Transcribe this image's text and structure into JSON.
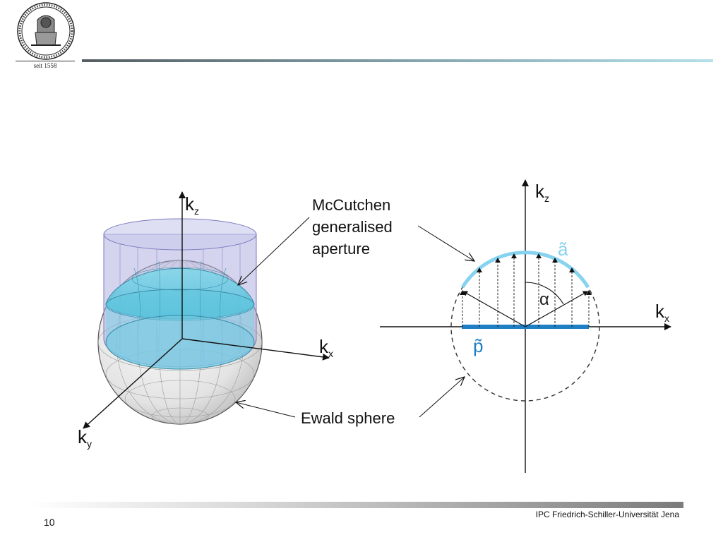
{
  "header": {
    "seal_caption": "seit 1558",
    "seal_icon": "university-seal-icon"
  },
  "figure_3d": {
    "axis_kz": "k",
    "axis_kz_sub": "z",
    "axis_kx": "k",
    "axis_kx_sub": "x",
    "axis_ky": "k",
    "axis_ky_sub": "y"
  },
  "figure_2d": {
    "axis_kz": "k",
    "axis_kz_sub": "z",
    "axis_kx": "k",
    "axis_kx_sub": "x",
    "angle_label": "α",
    "aperture_label": "ã",
    "pupil_label": "p̃"
  },
  "annotations": {
    "aperture_line1": "McCutchen",
    "aperture_line2": "generalised",
    "aperture_line3": "aperture",
    "sphere": "Ewald sphere"
  },
  "colors": {
    "aperture_blue": "#86d3f0",
    "pupil_blue": "#1f7fc4",
    "cylinder_fill": "#a9a9dd",
    "cap_fill": "#6fd0e6"
  },
  "footer": {
    "page_number": "10",
    "organization": "IPC Friedrich-Schiller-Universität Jena"
  }
}
